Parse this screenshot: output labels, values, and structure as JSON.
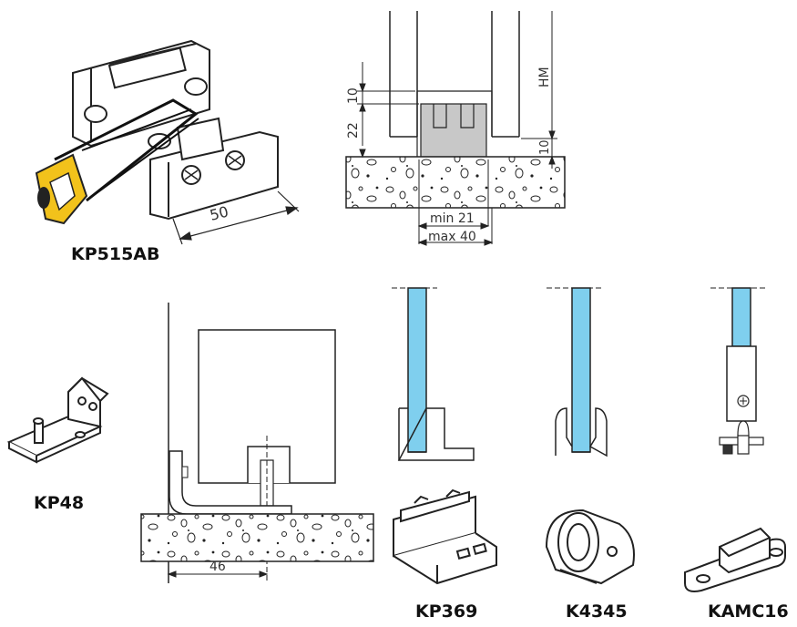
{
  "products": {
    "kp515ab": "KP515AB",
    "kp48": "KP48",
    "kp369": "KP369",
    "k4345": "K4345",
    "kamc16": "KAMC16"
  },
  "dimensions": {
    "saw_width": "50",
    "gap_top": "10",
    "depth": "22",
    "floor_offset": "10",
    "hm": "HM",
    "min_width": "min 21",
    "max_width": "max 40",
    "bracket_offset": "46"
  },
  "colors": {
    "glass": "#7fcfee",
    "saw_frame": "#f2c21b",
    "line": "#222222",
    "guide_fill": "#c8c8c8"
  }
}
